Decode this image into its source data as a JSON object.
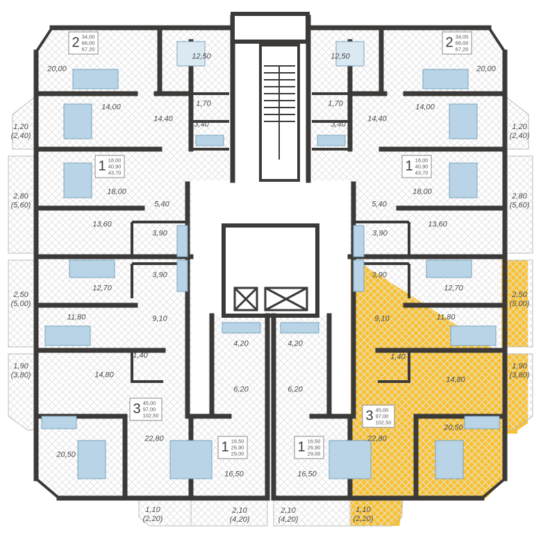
{
  "colors": {
    "wall": "#3b3a38",
    "highlight": "#F9C12E",
    "furniture": "#b8d4e6",
    "floor_hatch": "#e4e4e4"
  },
  "apartments": [
    {
      "rooms": "2",
      "living": "34,00",
      "total": "66,00",
      "total_with_balcony": "67,20"
    },
    {
      "rooms": "1",
      "living": "18,00",
      "total": "40,90",
      "total_with_balcony": "43,70"
    },
    {
      "rooms": "3",
      "living": "45,00",
      "total": "97,00",
      "total_with_balcony": "102,50"
    },
    {
      "rooms": "1",
      "living": "16,50",
      "total": "26,90",
      "total_with_balcony": "29,00"
    },
    {
      "rooms": "1",
      "living": "16,50",
      "total": "26,90",
      "total_with_balcony": "29,00"
    },
    {
      "rooms": "3",
      "living": "45,00",
      "total": "97,00",
      "total_with_balcony": "102,50",
      "highlighted": true
    },
    {
      "rooms": "1",
      "living": "18,00",
      "total": "40,90",
      "total_with_balcony": "43,70"
    },
    {
      "rooms": "2",
      "living": "34,00",
      "total": "66,00",
      "total_with_balcony": "67,20"
    }
  ],
  "rooms": [
    {
      "area": "20,00"
    },
    {
      "area": "12,50"
    },
    {
      "area": "14,00"
    },
    {
      "area": "14,40"
    },
    {
      "area": "1,70"
    },
    {
      "area": "3,40"
    },
    {
      "area": "18,00"
    },
    {
      "area": "5,40"
    },
    {
      "area": "13,60"
    },
    {
      "area": "3,90"
    },
    {
      "area": "3,90"
    },
    {
      "area": "12,70"
    },
    {
      "area": "11,80"
    },
    {
      "area": "9,10"
    },
    {
      "area": "1,40"
    },
    {
      "area": "14,80"
    },
    {
      "area": "22,80"
    },
    {
      "area": "20,50"
    },
    {
      "area": "4,20"
    },
    {
      "area": "6,20"
    },
    {
      "area": "16,50"
    },
    {
      "area": "20,00"
    },
    {
      "area": "12,50"
    },
    {
      "area": "14,00"
    },
    {
      "area": "14,40"
    },
    {
      "area": "1,70"
    },
    {
      "area": "3,40"
    },
    {
      "area": "18,00"
    },
    {
      "area": "5,40"
    },
    {
      "area": "13,60"
    },
    {
      "area": "3,90"
    },
    {
      "area": "3,90"
    },
    {
      "area": "12,70"
    },
    {
      "area": "11,80"
    },
    {
      "area": "9,10"
    },
    {
      "area": "1,40"
    },
    {
      "area": "14,80"
    },
    {
      "area": "22,80"
    },
    {
      "area": "20,50"
    },
    {
      "area": "4,20"
    },
    {
      "area": "6,20"
    },
    {
      "area": "16,50"
    }
  ],
  "balconies": [
    {
      "area": "1,20",
      "full": "(2,40)"
    },
    {
      "area": "2,80",
      "full": "(5,60)"
    },
    {
      "area": "2,50",
      "full": "(5,00)"
    },
    {
      "area": "1,90",
      "full": "(3,80)"
    },
    {
      "area": "1,10",
      "full": "(2,20)"
    },
    {
      "area": "2,10",
      "full": "(4,20)"
    },
    {
      "area": "1,20",
      "full": "(2,40)"
    },
    {
      "area": "2,80",
      "full": "(5,60)"
    },
    {
      "area": "2,50",
      "full": "(5,00)"
    },
    {
      "area": "1,90",
      "full": "(3,80)"
    },
    {
      "area": "1,10",
      "full": "(2,20)"
    },
    {
      "area": "2,10",
      "full": "(4,20)"
    }
  ]
}
